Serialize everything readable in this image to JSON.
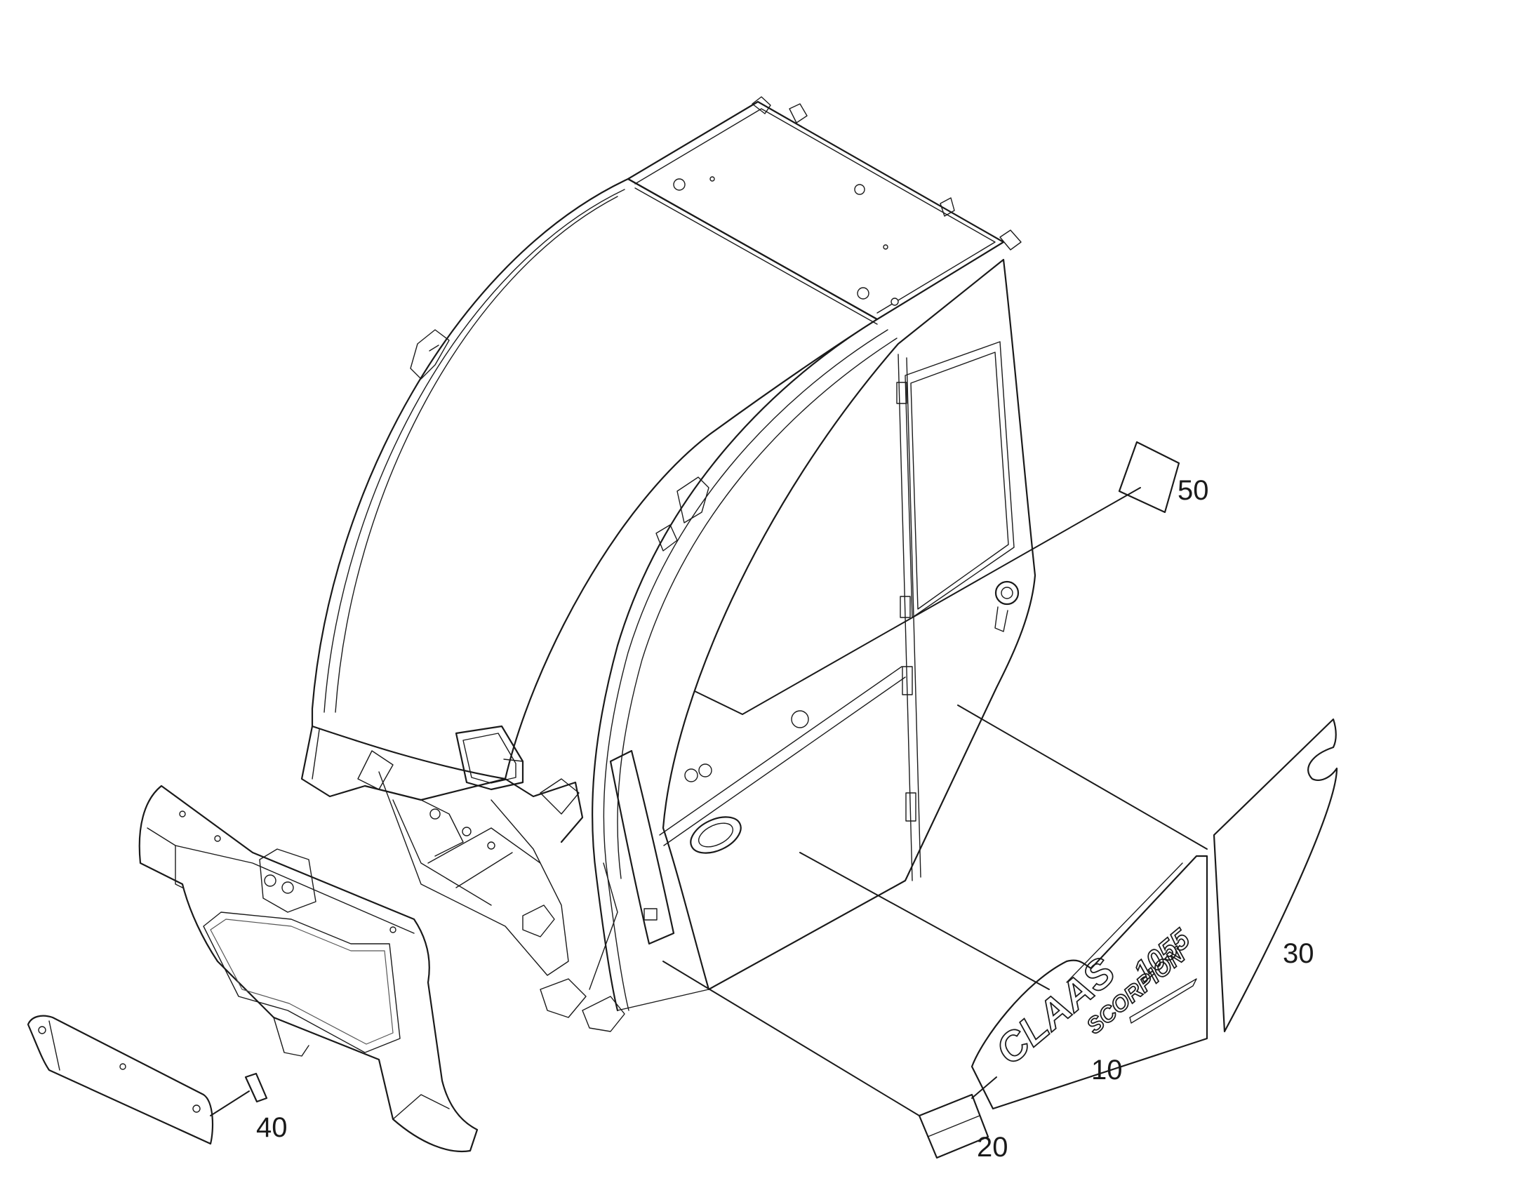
{
  "diagram": {
    "callouts": [
      {
        "id": "10",
        "label": "10"
      },
      {
        "id": "20",
        "label": "20"
      },
      {
        "id": "30",
        "label": "30"
      },
      {
        "id": "40",
        "label": "40"
      },
      {
        "id": "50",
        "label": "50"
      }
    ],
    "decal": {
      "brand": "CLAAS",
      "model_number": "1055",
      "model_name": "SCORPION"
    }
  }
}
